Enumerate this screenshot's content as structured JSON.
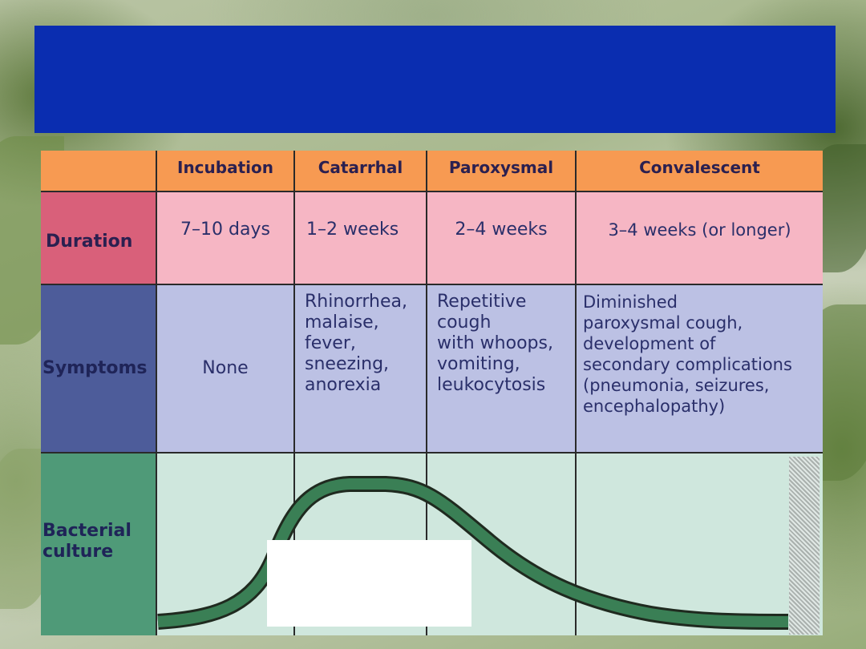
{
  "slide": {
    "title_bar_color": "#0a2db0"
  },
  "table": {
    "headers": [
      "",
      "Incubation",
      "Catarrhal",
      "Paroxysmal",
      "Convalescent"
    ],
    "rows": [
      {
        "label": "Duration",
        "cells": [
          "7–10 days",
          "1–2 weeks",
          "2–4 weeks",
          "3–4 weeks (or longer)"
        ]
      },
      {
        "label": "Symptoms",
        "cells": [
          "None",
          "Rhinorrhea,\nmalaise,\nfever,\nsneezing,\nanorexia",
          "Repetitive\ncough\nwith whoops,\nvomiting,\nleukocytosis",
          "Diminished\nparoxysmal cough,\ndevelopment of\nsecondary complications\n(pneumonia, seizures,\nencephalopathy)"
        ]
      },
      {
        "label": "Bacterial\nculture",
        "cells": [
          "",
          "",
          "",
          ""
        ]
      }
    ],
    "colors": {
      "header_bg": "#f79a52",
      "duration_label_bg": "#d9607a",
      "duration_bg": "#f6b6c4",
      "symptoms_label_bg": "#4d5c9a",
      "symptoms_bg": "#bcc1e4",
      "culture_label_bg": "#4f9a78",
      "culture_bg": "#cfe7dd",
      "curve_color": "#3a7f55"
    }
  }
}
